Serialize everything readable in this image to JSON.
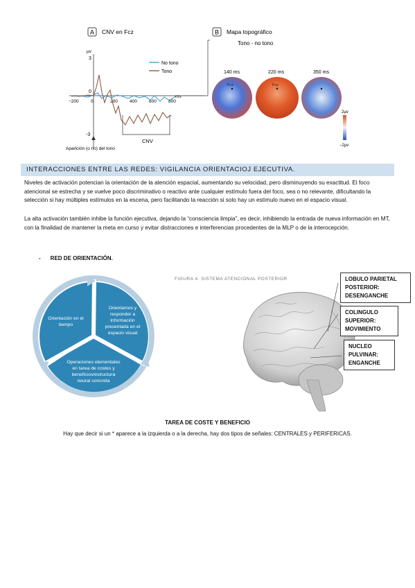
{
  "figure_top": {
    "panel_a_letter": "A",
    "panel_a_title": "CNV en Fcz",
    "y_unit": "µv",
    "y_top": "3",
    "y_zero": "0",
    "y_bottom": "-3",
    "x_ticks": [
      "−200",
      "0",
      "200",
      "400",
      "600",
      "800"
    ],
    "x_unit": "ms",
    "legend_no_tono": "No tono",
    "legend_tono": "Tono",
    "cnv_label": "CNV",
    "onset_label": "Aparición (o no) del tono",
    "panel_b_letter": "B",
    "panel_b_title": "Mapa topográfico",
    "panel_b_subtitle": "Tono - no tono",
    "map_times": [
      "140 ms",
      "220 ms",
      "350 ms"
    ],
    "map_electrode": "Fcz",
    "scale_top": "2µv",
    "scale_bottom": "−2µv"
  },
  "section": {
    "heading": "INTERACCIONES ENTRE LAS REDES: VIGILANCIA ORIENTACIOJ EJECUTIVA.",
    "paragraph1": "Niveles de activación potencian la orientación de la atención espacial, aumentando su velocidad, pero disminuyendo su exactitud. El foco atencional se estrecha y se vuelve poco discriminativo o reactivo ante cualquier estímulo fuera del foco, sea o no relevante, dificultando la selección si hay múltiples estímulos en la escena, pero facilitando la reacción si solo hay un estímulo nuevo en el espacio visual.",
    "paragraph2": "La alta activación también inhibe la función ejecutiva, dejando la “consciencia limpia”, es decir, inhibiendo la entrada de nueva información en MT, con la finalidad de mantener la meta en curso y evitar distracciones e interferencias procedentes de la MLP o de la interocepción."
  },
  "bullet": {
    "dash": "-",
    "label": "RED DE ORIENTACIÓN."
  },
  "cycle": {
    "segment1": [
      "Orientación en el",
      "tiempo"
    ],
    "segment2": [
      "Orientamos y",
      "responder a",
      "información",
      "presentada en el",
      "espacio visual"
    ],
    "segment3": [
      "Operaciones elementales",
      "en tarea de costes y",
      "beneficios/estructura",
      "neural concreta"
    ]
  },
  "brain_figure": {
    "caption": "FIGURA 4. SISTEMA ATENCIONAL POSTERIOR",
    "box1": [
      "LOBULO PARIETAL",
      "POSTERIOR:",
      "DESENGANCHE"
    ],
    "box2": [
      "COLINGULO",
      "SUPERIOR:",
      "MOVIMIENTO"
    ],
    "box3": [
      "NUCLEO",
      "PULVINAR:",
      "ENGANCHE"
    ]
  },
  "bottom": {
    "title": "TAREA DE COSTE Y BENEFICIO",
    "text": "Hay que decir si un * aparece a la izquierda o a la derecha, hay dos tipos de señales: CENTRALES y PERIFERICAS."
  },
  "colors": {
    "band": "#cfe0f0",
    "cycle_fill": "#2e86b6",
    "cycle_arrow": "#b7cfe0",
    "tono_line": "#8a5a40",
    "no_tono_line": "#4a9fd0"
  }
}
